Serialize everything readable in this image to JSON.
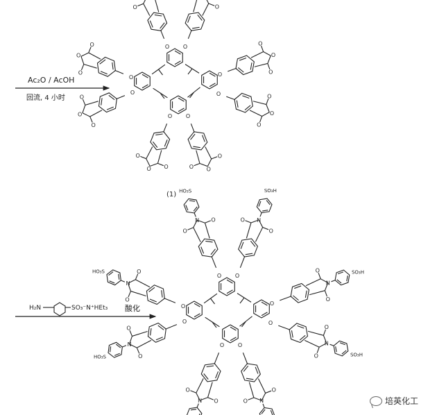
{
  "reaction1": {
    "reagent_top": "Ac₂O / AcOH",
    "reagent_bottom": "回流, 4 小时",
    "product_label": "(1)"
  },
  "reaction2": {
    "reagent_prefix": "H₂N",
    "reagent_suffix": "SO₃⁻N⁺HEt₃",
    "condition": "酸化"
  },
  "groups": {
    "oxygen": "O",
    "sulfonic": "SO₃H",
    "sulfonic_left": "HO₃S",
    "nitrogen": "N"
  },
  "watermark": {
    "text": "培英化工",
    "icon": "wechat-icon"
  }
}
